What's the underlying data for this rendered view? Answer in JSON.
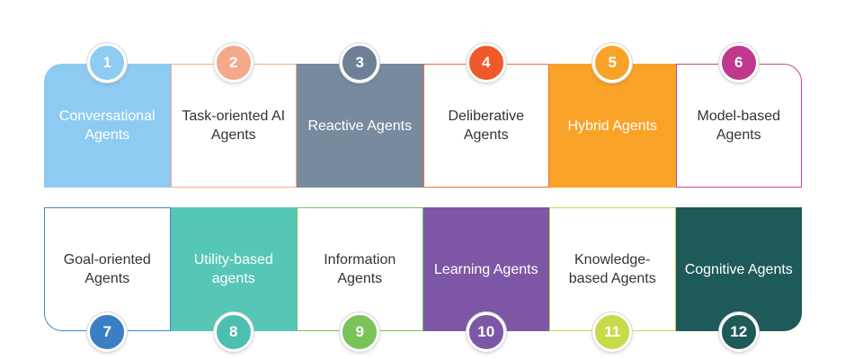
{
  "rows": [
    {
      "cards": [
        {
          "number": "1",
          "label": "Conversational Agents",
          "bg": "#8ecbf2",
          "text": "#ffffff",
          "border": "#8ecbf2",
          "badge": "#8ecbf2"
        },
        {
          "number": "2",
          "label": "Task-oriented AI Agents",
          "bg": "#ffffff",
          "text": "#333333",
          "border": "#f4a98a",
          "badge": "#f4a98a"
        },
        {
          "number": "3",
          "label": "Reactive Agents",
          "bg": "#788a9e",
          "text": "#ffffff",
          "border": "#788a9e",
          "badge": "#6e8096"
        },
        {
          "number": "4",
          "label": "Deliberative Agents",
          "bg": "#ffffff",
          "text": "#333333",
          "border": "#f26b3a",
          "badge": "#f0592a"
        },
        {
          "number": "5",
          "label": "Hybrid Agents",
          "bg": "#f8a328",
          "text": "#ffffff",
          "border": "#f8a328",
          "badge": "#f8a328"
        },
        {
          "number": "6",
          "label": "Model-based Agents",
          "bg": "#ffffff",
          "text": "#333333",
          "border": "#c64596",
          "badge": "#c0388e"
        }
      ]
    },
    {
      "cards": [
        {
          "number": "7",
          "label": "Goal-oriented Agents",
          "bg": "#ffffff",
          "text": "#333333",
          "border": "#3a86c8",
          "badge": "#3a7fc4"
        },
        {
          "number": "8",
          "label": "Utility-based agents",
          "bg": "#56c6b6",
          "text": "#ffffff",
          "border": "#56c6b6",
          "badge": "#4dbfae"
        },
        {
          "number": "9",
          "label": "Information Agents",
          "bg": "#ffffff",
          "text": "#333333",
          "border": "#79c35a",
          "badge": "#79c35a"
        },
        {
          "number": "10",
          "label": "Learning Agents",
          "bg": "#7d57a5",
          "text": "#ffffff",
          "border": "#7d57a5",
          "badge": "#7d57a5"
        },
        {
          "number": "11",
          "label": "Knowledge-based Agents",
          "bg": "#ffffff",
          "text": "#333333",
          "border": "#c8d94a",
          "badge": "#c8d94a"
        },
        {
          "number": "12",
          "label": "Cognitive Agents",
          "bg": "#1f5a5a",
          "text": "#ffffff",
          "border": "#1f5a5a",
          "badge": "#1f5a5a"
        }
      ]
    }
  ]
}
